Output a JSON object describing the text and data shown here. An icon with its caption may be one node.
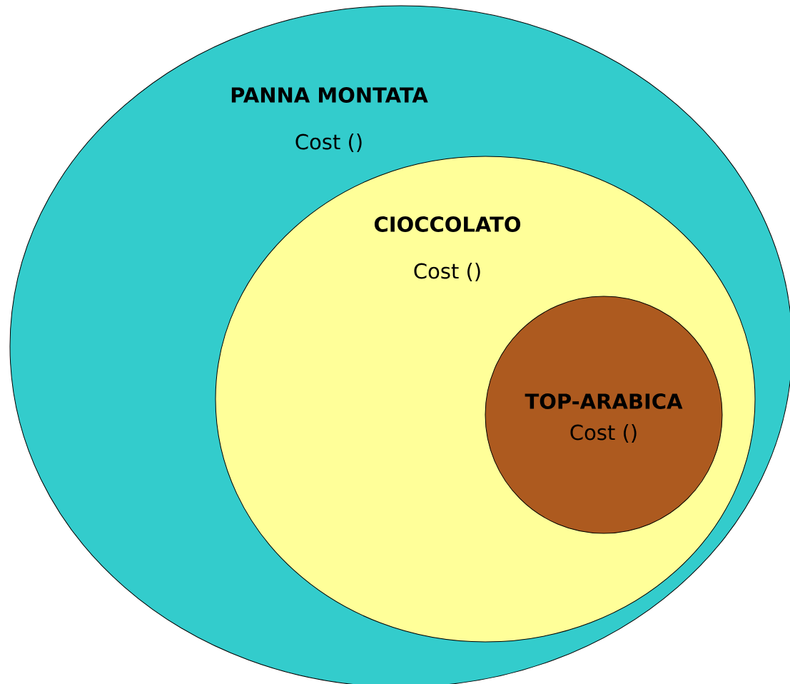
{
  "diagram": {
    "nodes": [
      {
        "text": [
          "PANNA MONTATA",
          "Cost ()"
        ]
      },
      {
        "text": [
          "CIOCCOLATO",
          "Cost ()"
        ],
        "in": 0
      },
      {
        "text": [
          "TOP-ARABICA",
          "Cost ()"
        ],
        "in": 1
      }
    ]
  }
}
